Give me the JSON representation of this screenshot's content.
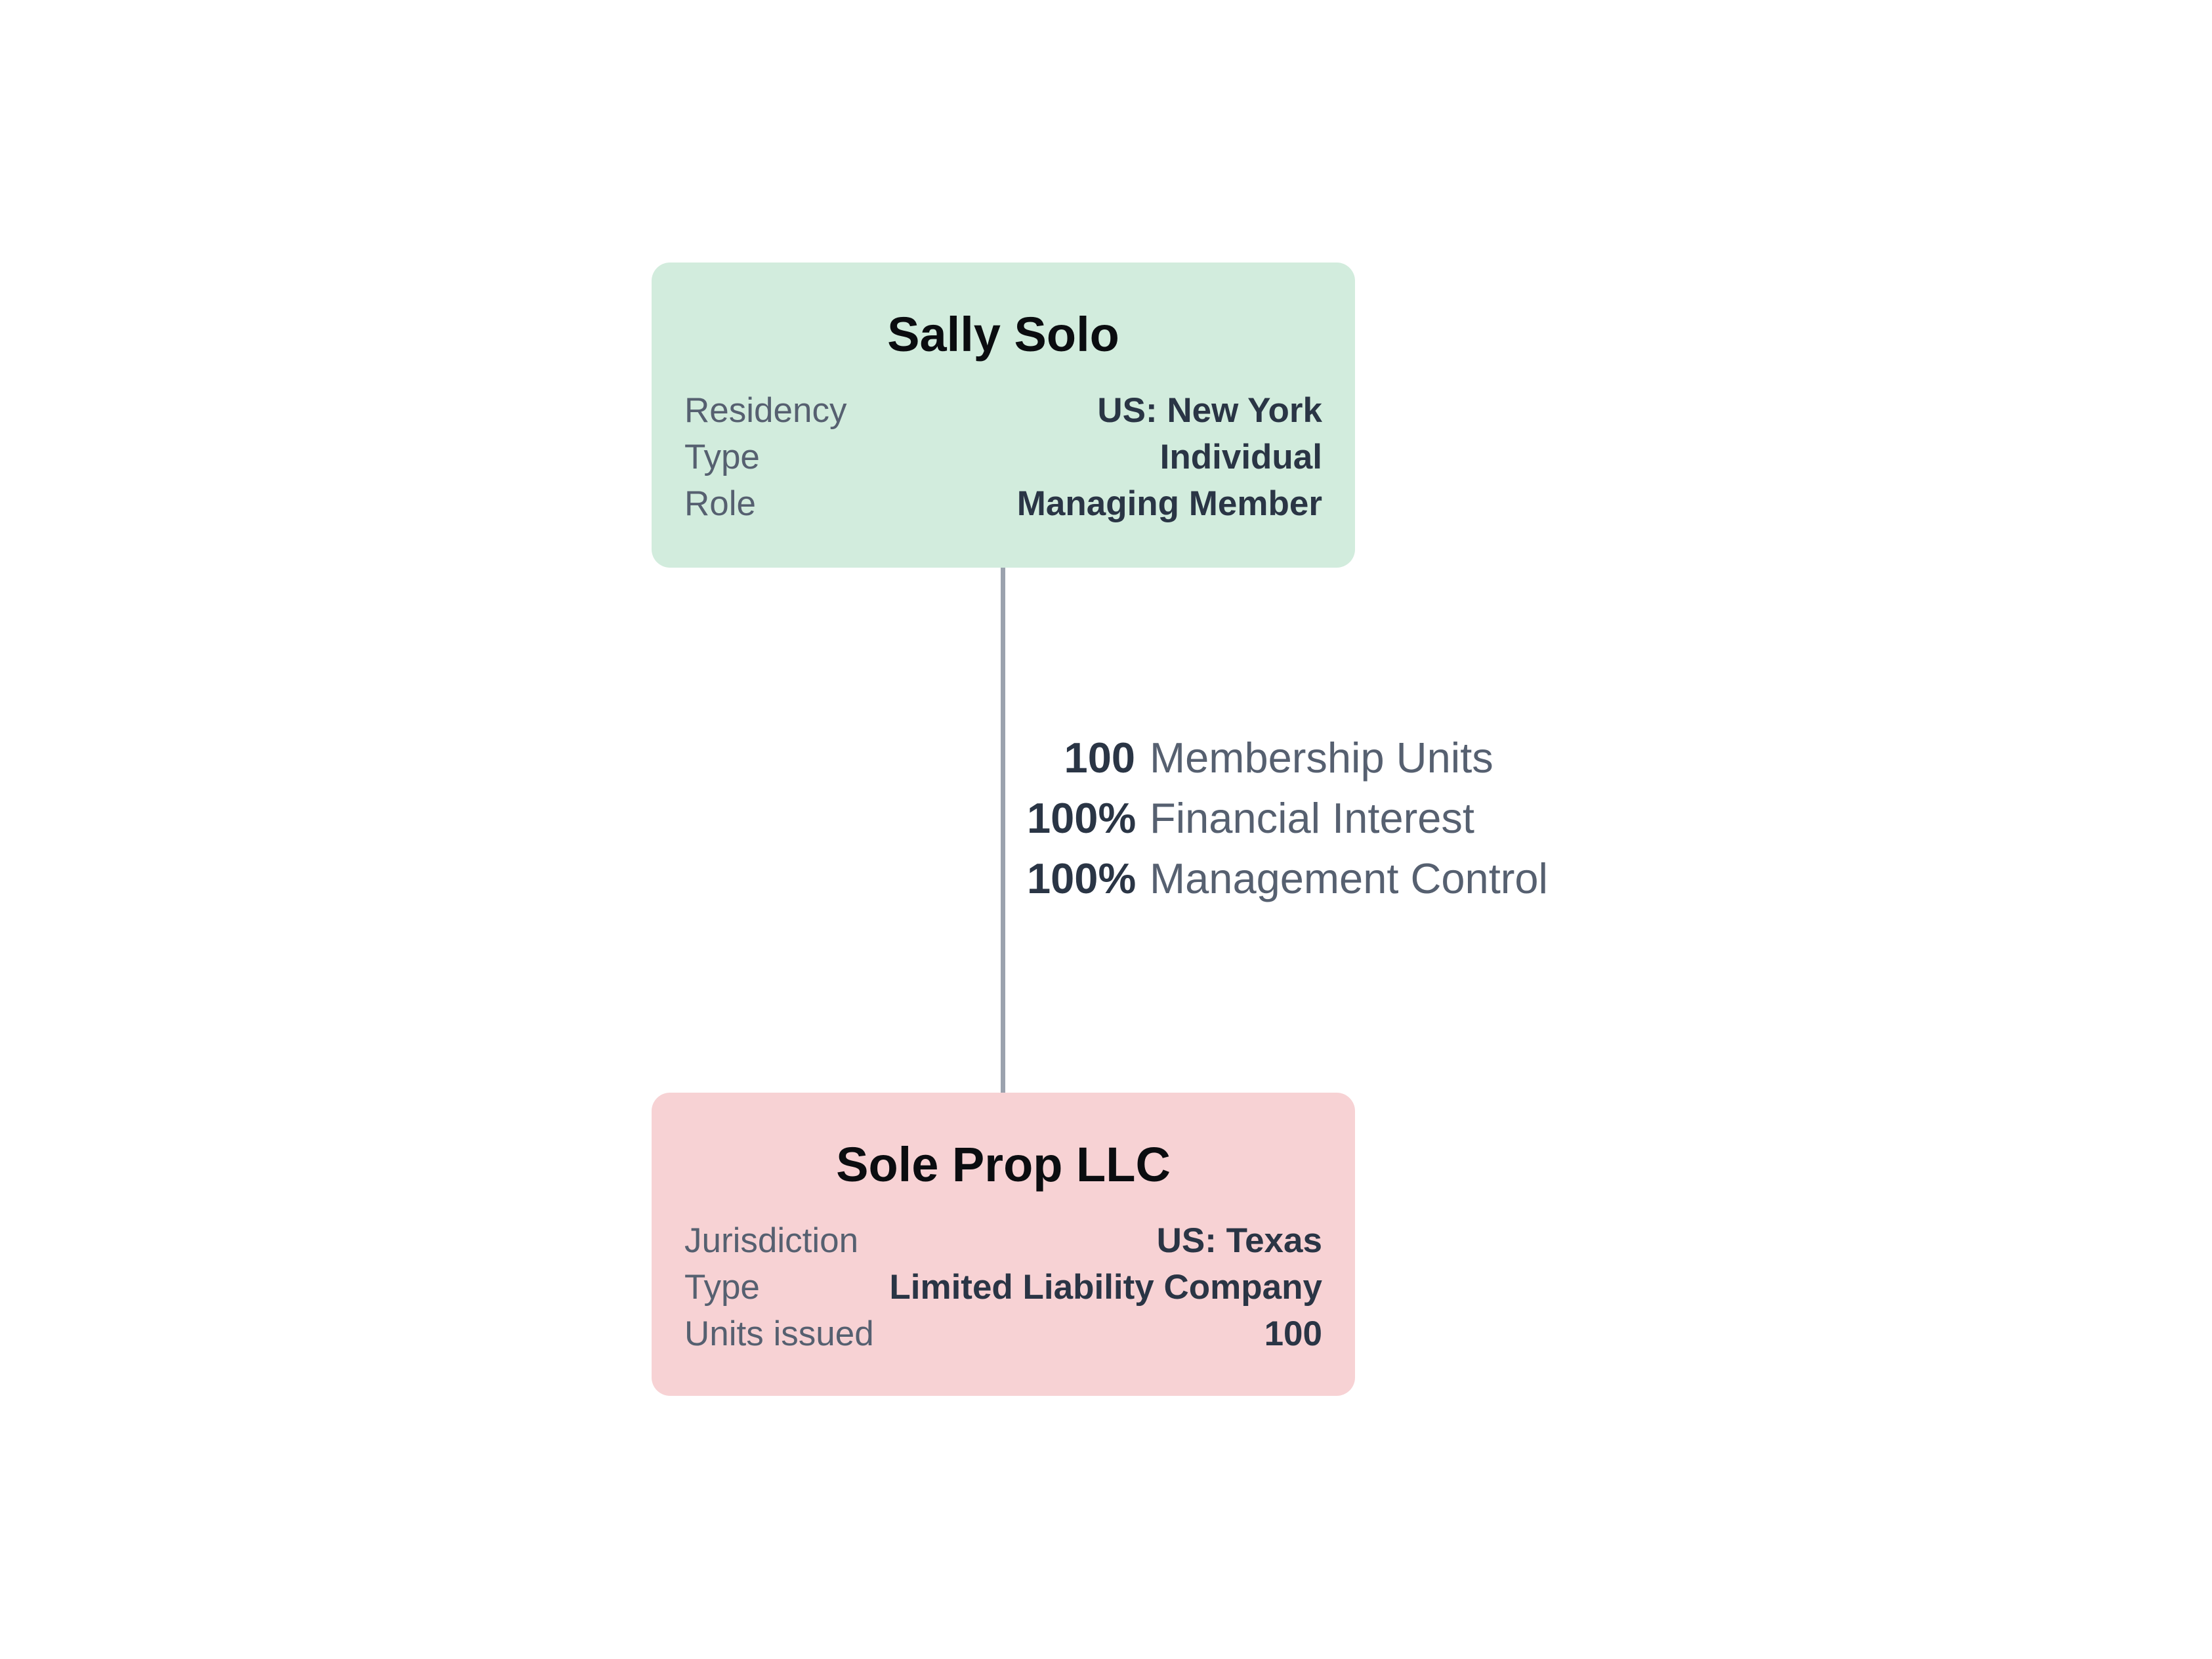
{
  "colors": {
    "background": "#ffffff",
    "node_green": "#d2ecdd",
    "node_pink": "#f7d2d4",
    "label_text": "#566070",
    "value_text": "#2a3545",
    "title_text": "#0b0d10",
    "connector_line": "#9ba2ae"
  },
  "nodes": [
    {
      "title": "Sally Solo",
      "color": "#d2ecdd",
      "fields": [
        {
          "label": "Residency",
          "value": "US: New York"
        },
        {
          "label": "Type",
          "value": "Individual"
        },
        {
          "label": "Role",
          "value": "Managing Member"
        }
      ]
    },
    {
      "title": "Sole Prop LLC",
      "color": "#f7d2d4",
      "fields": [
        {
          "label": "Jurisdiction",
          "value": "US: Texas"
        },
        {
          "label": "Type",
          "value": "Limited Liability Company"
        },
        {
          "label": "Units issued",
          "value": "100"
        }
      ]
    }
  ],
  "edge": {
    "line_color": "#9ba2ae",
    "lines": [
      {
        "amount": "100",
        "label": "Membership Units"
      },
      {
        "amount": "100%",
        "label": "Financial Interest"
      },
      {
        "amount": "100%",
        "label": "Management Control"
      }
    ]
  }
}
